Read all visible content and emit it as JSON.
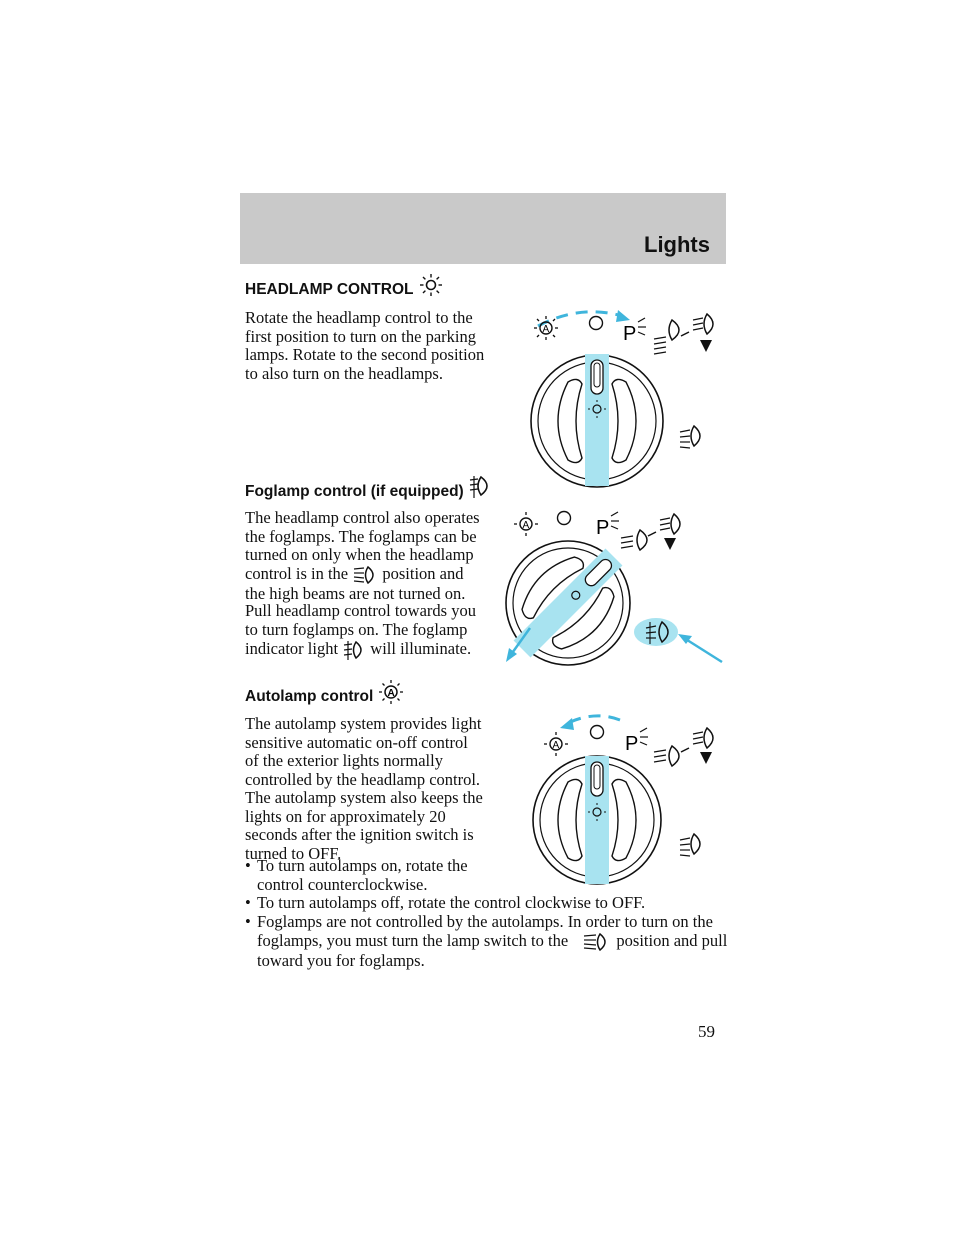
{
  "header": {
    "section_title": "Lights"
  },
  "headlamp": {
    "heading": "HEADLAMP CONTROL",
    "body": "Rotate the headlamp control to the first position to turn on the parking lamps. Rotate to the second position to also turn on the headlamps."
  },
  "foglamp": {
    "heading": "Foglamp control (if equipped)",
    "p1_before": "The headlamp control also operates the foglamps. The foglamps can be turned on only when the headlamp control is in the",
    "p1_after": "position and the high beams are not turned on.",
    "p2_before": "Pull headlamp control towards you to turn foglamps on. The foglamp indicator light",
    "p2_after": "will illuminate."
  },
  "autolamp": {
    "heading": "Autolamp control",
    "p1": "The autolamp system provides light sensitive automatic on-off control of the exterior lights normally controlled by the headlamp control.",
    "p2": "The autolamp system also keeps the lights on for approximately 20 seconds after the ignition switch is turned to OFF.",
    "bullets": [
      "To turn autolamps on, rotate the control counterclockwise.",
      "To turn autolamps off, rotate the control clockwise to OFF."
    ],
    "bullet3_before": "Foglamps are not controlled by the autolamps. In order to turn on the foglamps, you must turn the lamp switch to the",
    "bullet3_after": "position and pull toward you for foglamps."
  },
  "dial_labels": {
    "parking": "P",
    "auto": "A"
  },
  "footer": {
    "page_number": "59"
  },
  "colors": {
    "accent": "#3fb5dc",
    "highlight": "#a8e3f0",
    "band": "#c9c9c9"
  },
  "icons": [
    "headlamp-icon",
    "foglamp-icon",
    "autolamp-icon",
    "low-beam-icon"
  ]
}
